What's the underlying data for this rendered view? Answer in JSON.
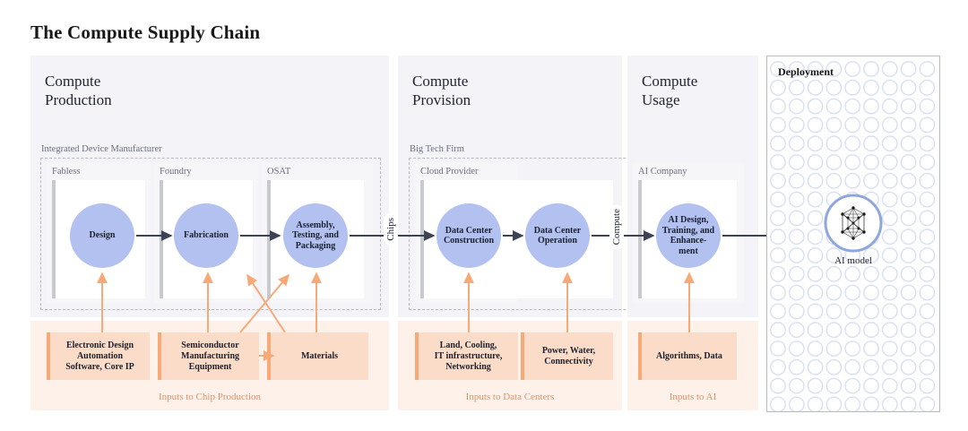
{
  "page_title": "The Compute Supply Chain",
  "colors": {
    "panel_bg": "#f4f4f8",
    "panel_orange_bg": "#fdf1e9",
    "node_fill": "#b2c1ef",
    "arrow_dark": "#3d4355",
    "arrow_orange": "#f8a978",
    "chip_fill": "#fbdcc8",
    "caption_orange": "#ee8f5c",
    "dashed_border": "#b8b9c2"
  },
  "panels": [
    {
      "id": "compute-production",
      "title": "Compute\nProduction",
      "firm_label": "Integrated Device Manufacturer",
      "stages": [
        {
          "label": "Fabless",
          "node": "Design"
        },
        {
          "label": "Foundry",
          "node": "Fabrication"
        },
        {
          "label": "OSAT",
          "node": "Assembly,\nTesting, and\nPackaging"
        }
      ]
    },
    {
      "id": "compute-provision",
      "title": "Compute\nProvision",
      "firm_label": "Big Tech Firm",
      "stages": [
        {
          "label": "Cloud Provider",
          "node": "Data Center\nConstruction"
        },
        {
          "label": "",
          "node": "Data Center\nOperation"
        }
      ]
    },
    {
      "id": "compute-usage",
      "title": "Compute\nUsage",
      "firm_label": "",
      "stages": [
        {
          "label": "AI Company",
          "node": "AI Design,\nTraining, and\nEnhance-\nment"
        }
      ]
    }
  ],
  "edge_labels": [
    {
      "id": "chips",
      "text": "Chips"
    },
    {
      "id": "compute",
      "text": "Compute"
    }
  ],
  "input_groups": [
    {
      "id": "inputs-chip-production",
      "caption": "Inputs to Chip Production",
      "boxes": [
        "Electronic Design\nAutomation\nSoftware, Core IP",
        "Semiconductor\nManufacturing\nEquipment",
        "Materials"
      ]
    },
    {
      "id": "inputs-data-centers",
      "caption": "Inputs to Data Centers",
      "boxes": [
        "Land, Cooling,\nIT infrastructure,\nNetworking",
        "Power, Water,\nConnectivity"
      ]
    },
    {
      "id": "inputs-ai",
      "caption": "Inputs to AI",
      "boxes": [
        "Algorithms, Data"
      ]
    }
  ],
  "deployment": {
    "title": "Deployment",
    "model_label": "AI model",
    "icon": "neural-network-icon"
  }
}
